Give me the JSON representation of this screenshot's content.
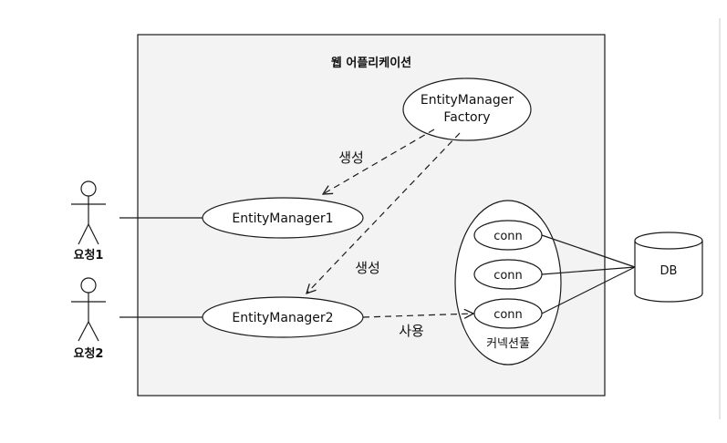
{
  "app_box": {
    "title": "웹 어플리케이션"
  },
  "factory": {
    "line1": "EntityManager",
    "line2": "Factory"
  },
  "entity_managers": [
    "EntityManager1",
    "EntityManager2"
  ],
  "actors": [
    "요청1",
    "요청2"
  ],
  "pool": {
    "label": "커넥션풀",
    "connections": [
      "conn",
      "conn",
      "conn"
    ]
  },
  "db": {
    "label": "DB"
  },
  "edge_labels": {
    "create_1": "생성",
    "create_2": "생성",
    "use": "사용"
  },
  "colors": {
    "app_box_fill": "#f3f3f3",
    "stroke": "#1a1a1a",
    "shape_fill": "#ffffff",
    "divider": "#cccccc"
  }
}
